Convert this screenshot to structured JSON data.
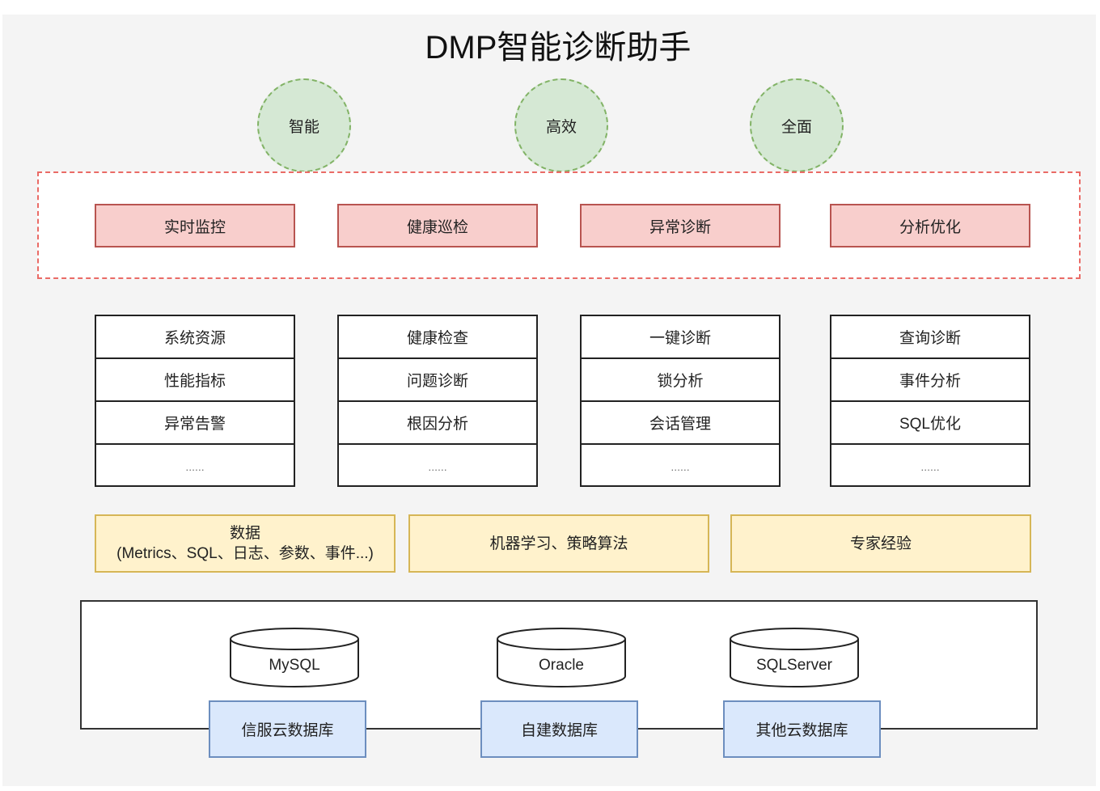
{
  "title": "DMP智能诊断助手",
  "features": [
    "智能",
    "高效",
    "全面"
  ],
  "capabilities": [
    "实时监控",
    "健康巡检",
    "异常诊断",
    "分析优化"
  ],
  "function_columns": [
    [
      "系统资源",
      "性能指标",
      "异常告警",
      "......"
    ],
    [
      "健康检查",
      "问题诊断",
      "根因分析",
      "......"
    ],
    [
      "一键诊断",
      "锁分析",
      "会话管理",
      "......"
    ],
    [
      "查询诊断",
      "事件分析",
      "SQL优化",
      "......"
    ]
  ],
  "foundations": {
    "data_title": "数据",
    "data_detail": "(Metrics、SQL、日志、参数、事件...)",
    "ml": "机器学习、策略算法",
    "expert": "专家经验"
  },
  "databases": [
    "MySQL",
    "Oracle",
    "SQLServer"
  ],
  "sources": [
    "信服云数据库",
    "自建数据库",
    "其他云数据库"
  ],
  "colors": {
    "green": "#d5e8d4",
    "red": "#f8cecc",
    "yellow": "#fff2cc",
    "blue": "#dae8fc"
  }
}
